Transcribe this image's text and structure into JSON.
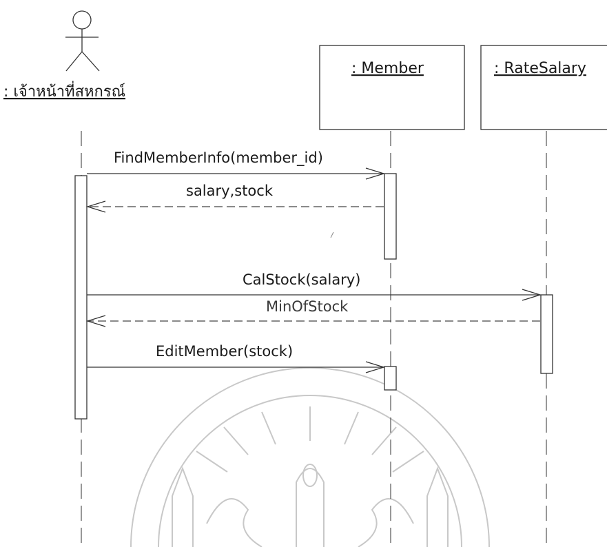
{
  "actor": {
    "label": ": เจ้าหน้าที่สหกรณ์"
  },
  "objects": [
    {
      "label": ": Member"
    },
    {
      "label": ": RateSalary"
    }
  ],
  "messages": [
    {
      "label": "FindMemberInfo(member_id)",
      "kind": "call"
    },
    {
      "label": "salary,stock",
      "kind": "reply"
    },
    {
      "label": "CalStock(salary)",
      "kind": "call"
    },
    {
      "label": "MinOfStock",
      "kind": "reply"
    },
    {
      "label": "EditMember(stock)",
      "kind": "call"
    }
  ],
  "colors": {
    "ink": "#1a1a1a",
    "watermark": "#c8c8c8"
  },
  "watermark": {
    "type": "institutional seal"
  }
}
